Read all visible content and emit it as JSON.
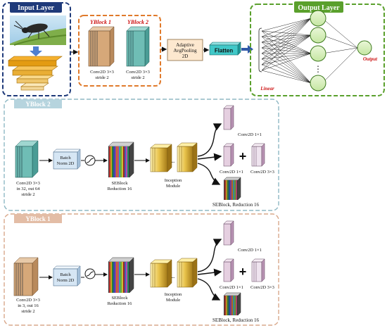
{
  "colors": {
    "input_border": "#1f3a7a",
    "yblock_top_border": "#e07a2b",
    "output_border": "#5aa02c",
    "yblock2_border": "#8fb8c4",
    "yblock1_border": "#d9a98c",
    "yblock_title_red": "#cc1111",
    "output_red": "#cc1111",
    "bn_fill": "#d6e6f4",
    "flatten_fill": "#40c8c8",
    "adaptive_fill": "#fde8cf",
    "arrow_blue": "#2f58a8"
  },
  "input_layer": {
    "title": "Input Layer"
  },
  "yblocks_top": {
    "yblock1_title": "YBlock 1",
    "yblock2_title": "YBlock 2",
    "conv1_label_line1": "Conv2D 3×3",
    "conv1_label_line2": "stride 2",
    "conv2_label_line1": "Conv2D 3×3",
    "conv2_label_line2": "stride 2"
  },
  "adaptive_pool": {
    "line1": "Adaptive",
    "line2": "AvgPooling",
    "line3": "2D"
  },
  "flatten": {
    "label": "Flatten"
  },
  "output_layer": {
    "title": "Output Layer",
    "linear_label": "Linear",
    "output_label": "Output",
    "dots": "⋮"
  },
  "yblock2": {
    "title": "YBlock 2",
    "conv_line1": "Conv2D 3×3",
    "conv_line2": "in 32, out 64",
    "conv_line3": "stride 2",
    "bn_line1": "Batch",
    "bn_line2": "Norm 2D",
    "se_line1": "SEBlock",
    "se_line2": "Reduction 16",
    "inc_line1": "Inception",
    "inc_line2": "Module",
    "dots": "..",
    "branch_top": "Conv2D 1×1",
    "branch_mid_left": "Conv2D 1×1",
    "branch_mid_right": "Conv2D 3×3",
    "branch_bottom": "SEBlock, Reduction 16",
    "plus": "+"
  },
  "yblock1": {
    "title": "YBlock 1",
    "conv_line1": "Conv2D 3×3",
    "conv_line2": "in 3, out 16",
    "conv_line3": "stride 2",
    "bn_line1": "Batch",
    "bn_line2": "Norm 2D",
    "se_line1": "SEBlock",
    "se_line2": "Reduction 16",
    "inc_line1": "Inception",
    "inc_line2": "Module",
    "dots": "..",
    "branch_top": "Conv2D 1×1",
    "branch_mid_left": "Conv2D 1×1",
    "branch_mid_right": "Conv2D 3×3",
    "branch_bottom": "SEBlock, Reduction 16",
    "plus": "+"
  }
}
